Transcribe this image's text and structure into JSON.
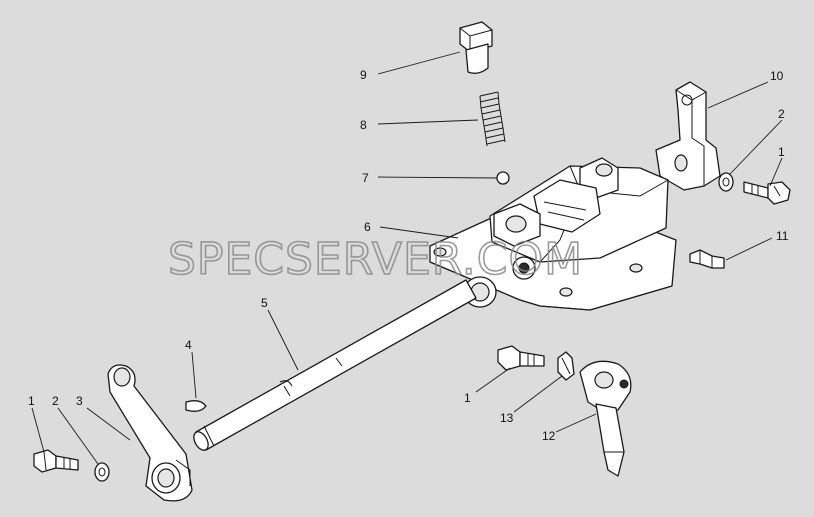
{
  "watermark": "SPECSERVER.COM",
  "callouts": {
    "c1_left": "1",
    "c2_left": "2",
    "c3": "3",
    "c4": "4",
    "c5": "5",
    "c6": "6",
    "c7": "7",
    "c8": "8",
    "c9": "9",
    "c10": "10",
    "c2_right": "2",
    "c1_right": "1",
    "c11": "11",
    "c1_mid": "1",
    "c13": "13",
    "c12": "12"
  }
}
